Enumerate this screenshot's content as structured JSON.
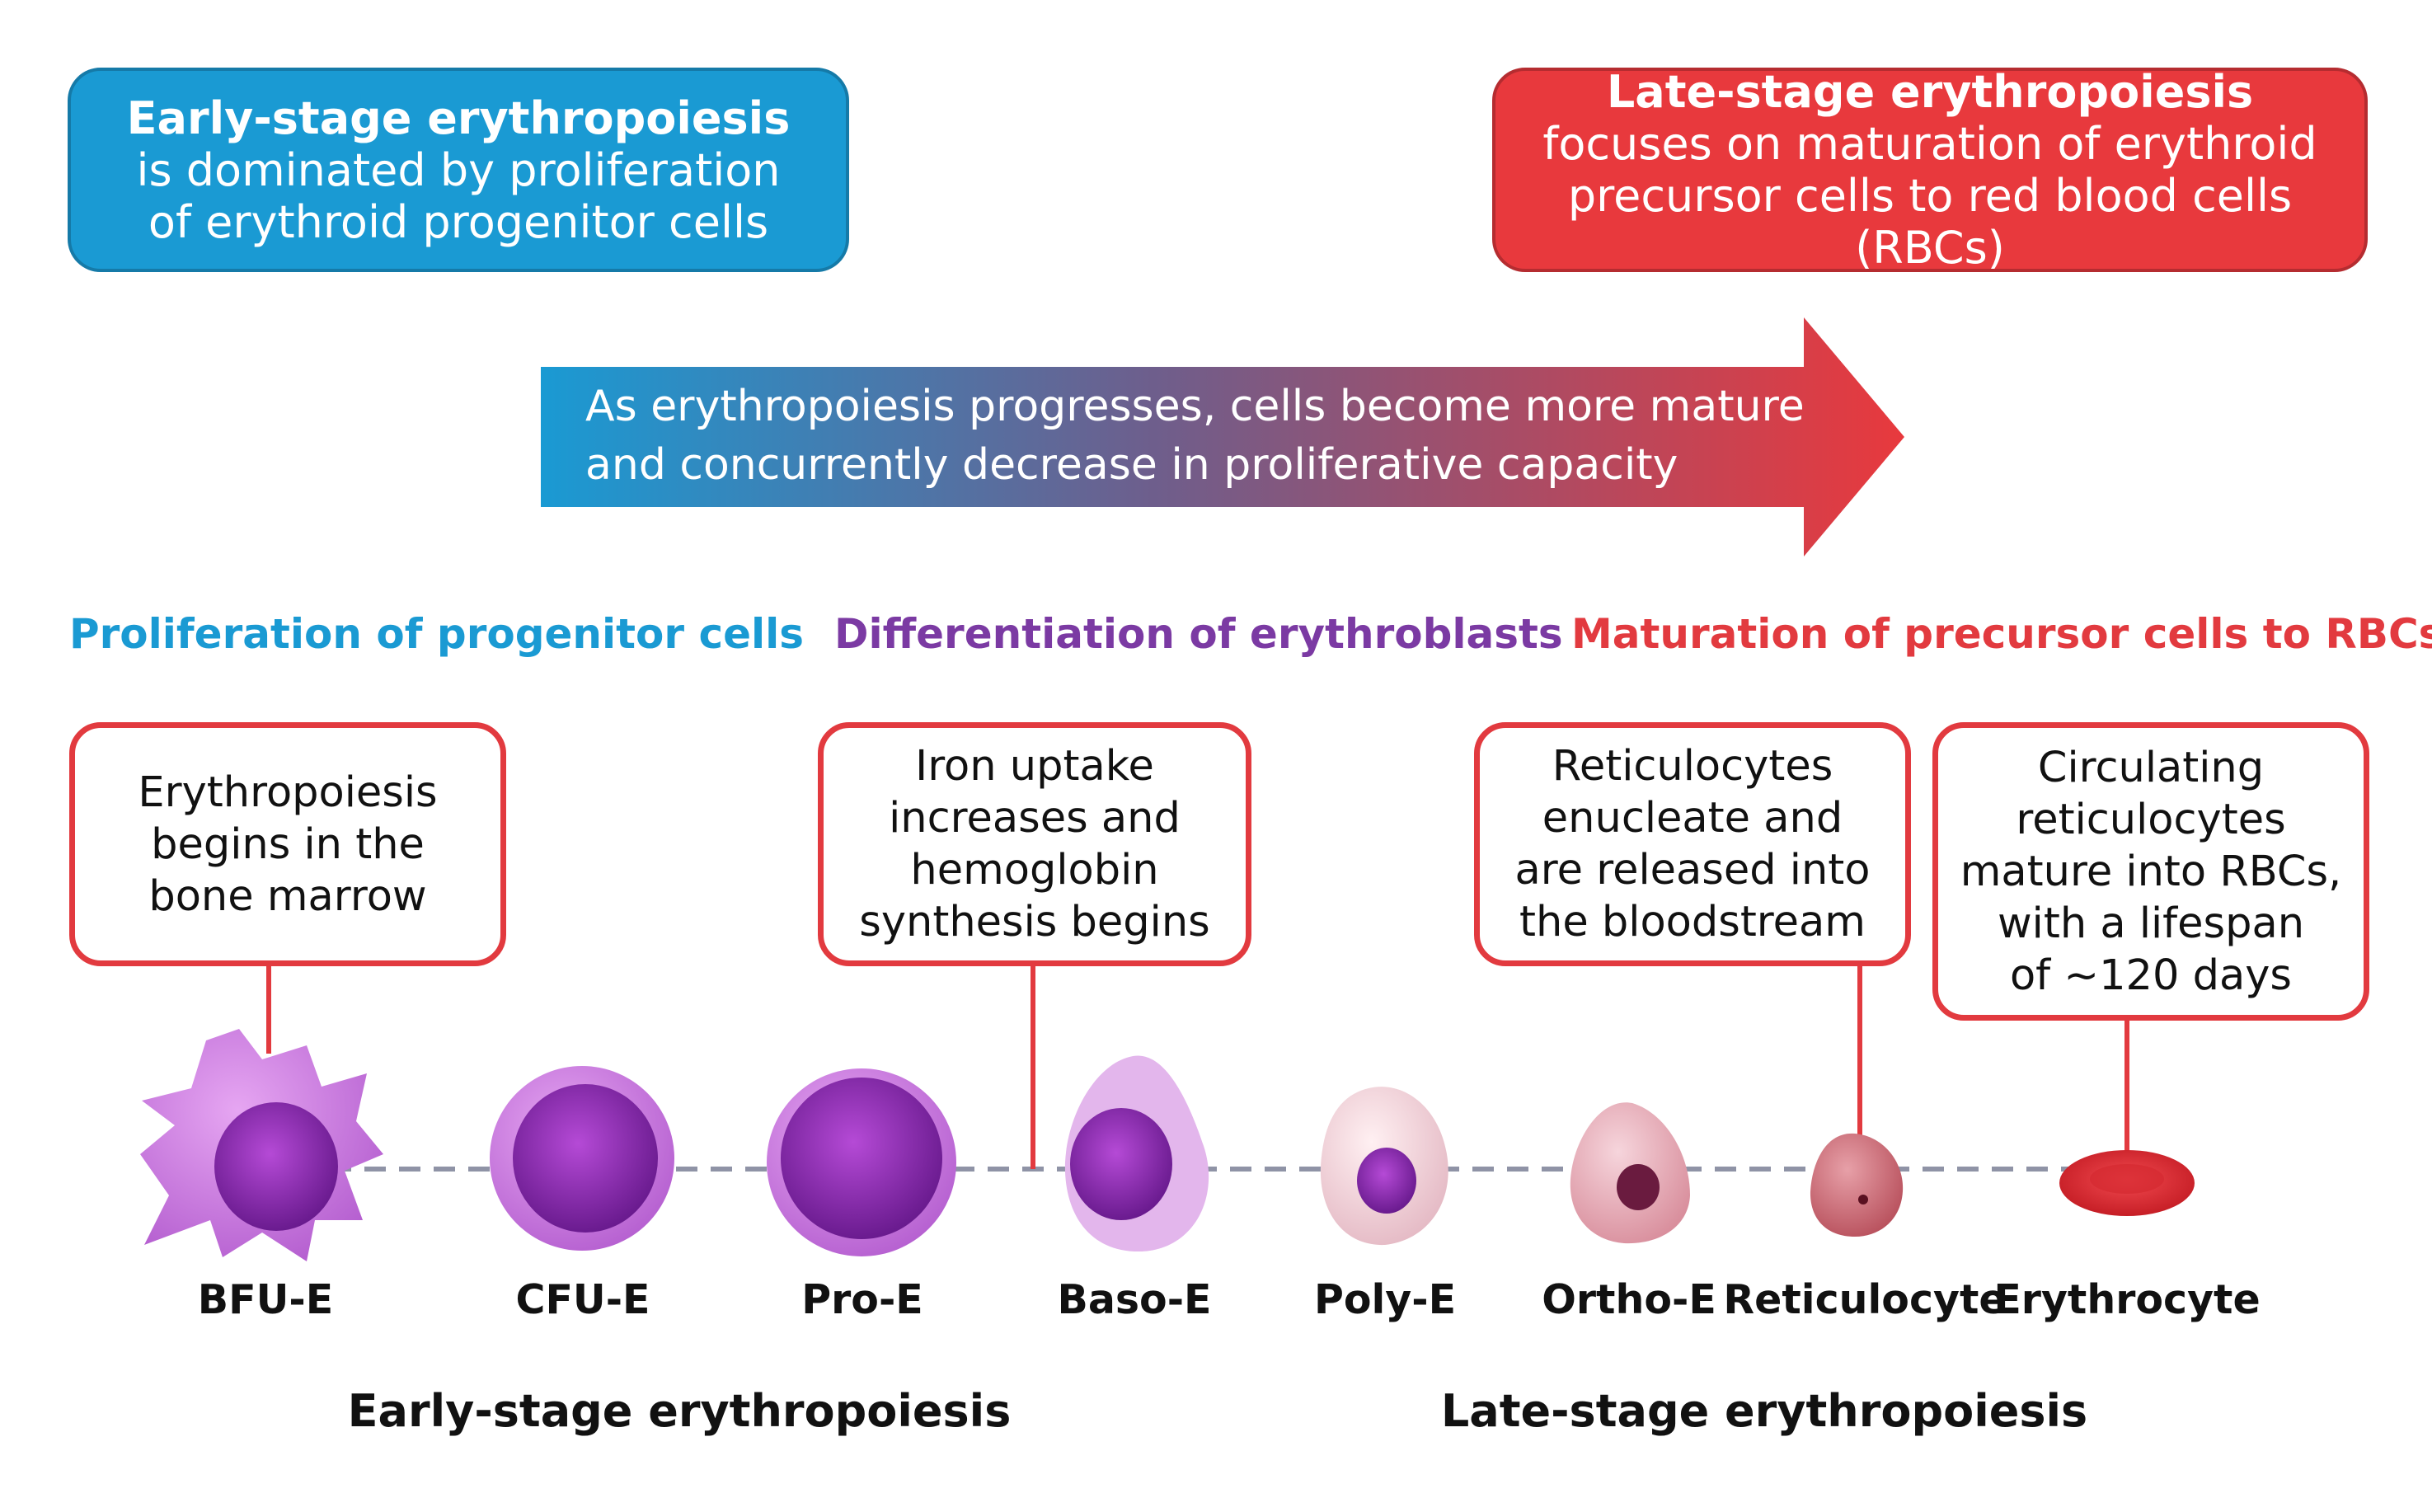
{
  "early_box": {
    "title": "Early-stage erythropoiesis",
    "text": "is dominated by proliferation of erythroid progenitor cells"
  },
  "late_box": {
    "title": "Late-stage erythropoiesis",
    "text_inline": " focuses",
    "text": "on maturation of erythroid precursor cells to red blood cells (RBCs)"
  },
  "arrow": {
    "line1": "As erythropoiesis progresses, cells become more mature",
    "line2": "and concurrently decrease in proliferative capacity"
  },
  "phases": {
    "proliferation": "Proliferation of progenitor cells",
    "differentiation": "Differentiation of erythroblasts",
    "maturation": "Maturation of precursor cells to RBCs"
  },
  "callouts": [
    {
      "text": "Erythropoiesis\nbegins in the\nbone marrow"
    },
    {
      "text": "Iron uptake\nincreases and\nhemoglobin\nsynthesis begins"
    },
    {
      "text": "Reticulocytes\nenucleate and\nare released into\nthe bloodstream"
    },
    {
      "text": "Circulating\nreticulocytes\nmature into RBCs,\nwith a lifespan\nof ~120 days"
    }
  ],
  "stages": [
    "BFU-E",
    "CFU-E",
    "Pro-E",
    "Baso-E",
    "Poly-E",
    "Ortho-E",
    "Reticulocyte",
    "Erythrocyte"
  ],
  "bottom": {
    "early": "Early-stage erythropoiesis",
    "late": "Late-stage erythropoiesis"
  },
  "colors": {
    "blue": "#1a9ad3",
    "purple": "#7b3aa3",
    "red": "#e23a3f"
  }
}
